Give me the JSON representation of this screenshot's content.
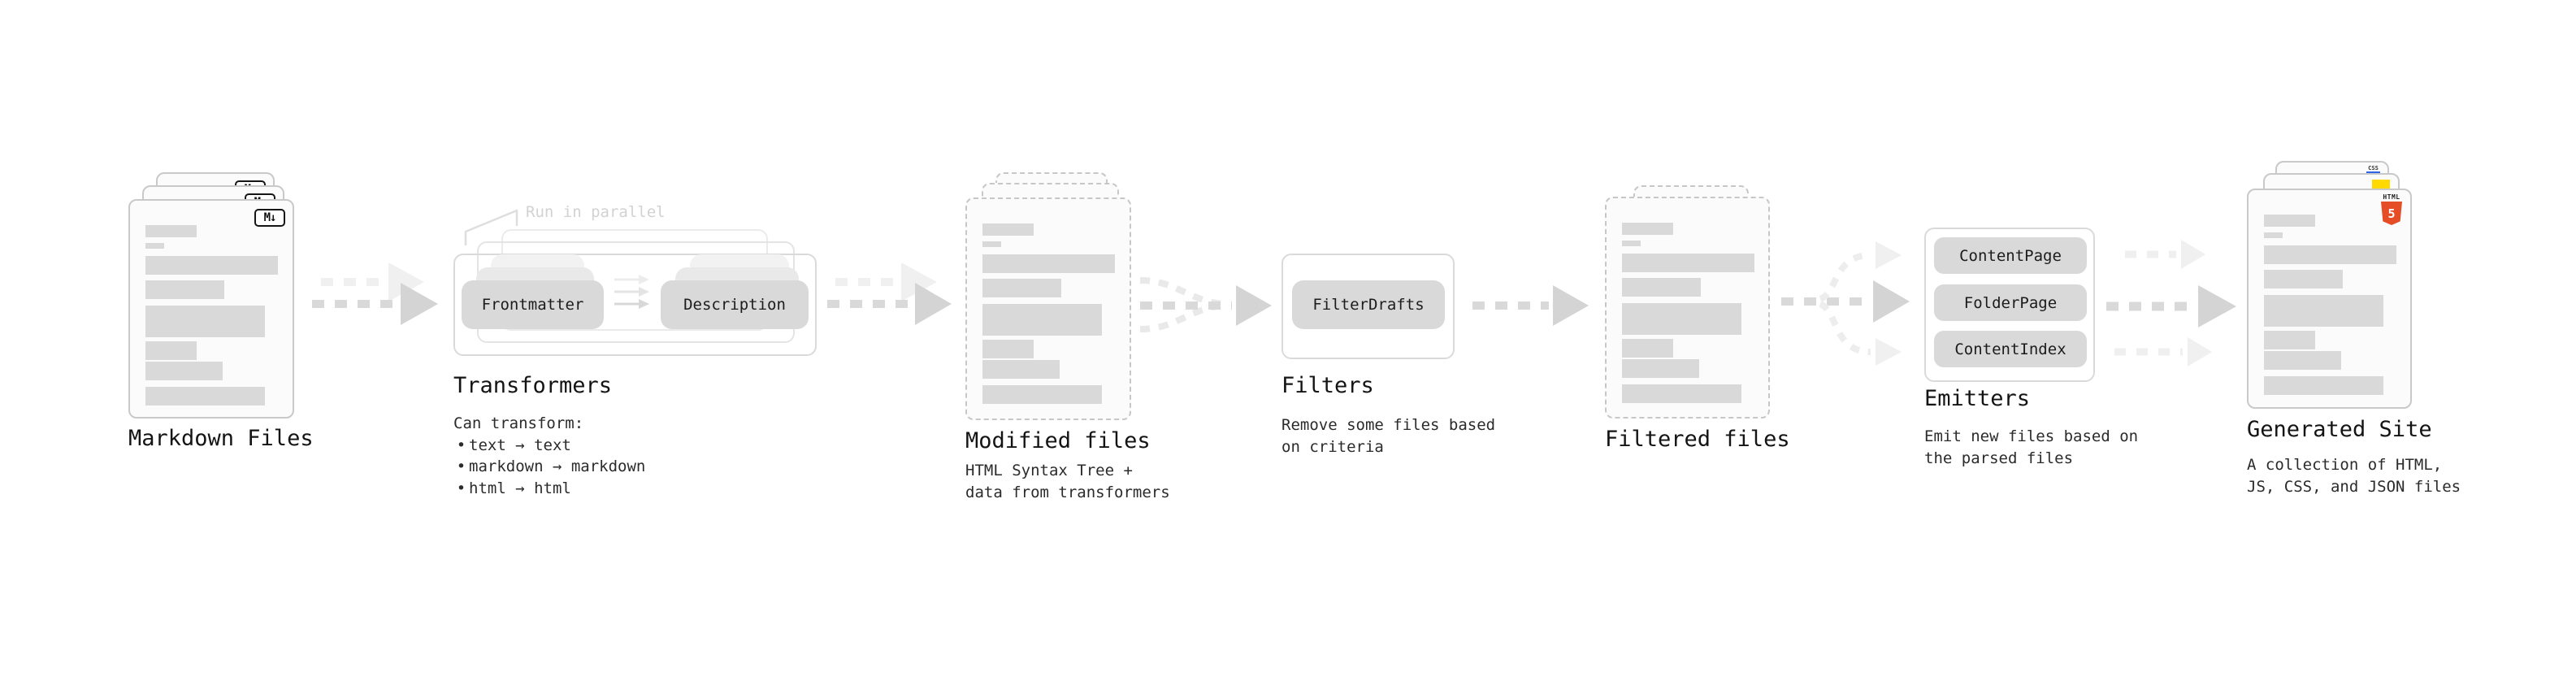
{
  "labels": {
    "run_in_parallel": "Run in parallel",
    "bullet": "•"
  },
  "markdown_files": {
    "title": "Markdown Files",
    "badge": "M↓"
  },
  "transformers": {
    "title": "Transformers",
    "pill_left": "Frontmatter",
    "pill_right": "Description",
    "desc_heading": "Can transform:",
    "bullets": [
      "text → text",
      "markdown → markdown",
      "html → html"
    ]
  },
  "modified_files": {
    "title": "Modified files",
    "subtitle": [
      "HTML Syntax Tree +",
      "data from transformers"
    ]
  },
  "filters": {
    "title": "Filters",
    "pill": "FilterDrafts",
    "subtitle": [
      "Remove some files based",
      "on criteria"
    ]
  },
  "filtered_files": {
    "title": "Filtered files"
  },
  "emitters": {
    "title": "Emitters",
    "pills": [
      "ContentPage",
      "FolderPage",
      "ContentIndex"
    ],
    "subtitle": [
      "Emit new files based on",
      "the parsed files"
    ]
  },
  "generated_site": {
    "title": "Generated Site",
    "subtitle": [
      "A collection of HTML,",
      "JS, CSS, and JSON files"
    ],
    "badge_html_label": "HTML",
    "badge_html_number": "5",
    "badge_css_label": "CSS"
  },
  "colors": {
    "html5_orange": "#e44d26",
    "js_yellow": "#ffd900",
    "css_blue": "#2d63e8",
    "pill_gray": "#d9d9d9",
    "line_gray": "#d9d9d9"
  }
}
